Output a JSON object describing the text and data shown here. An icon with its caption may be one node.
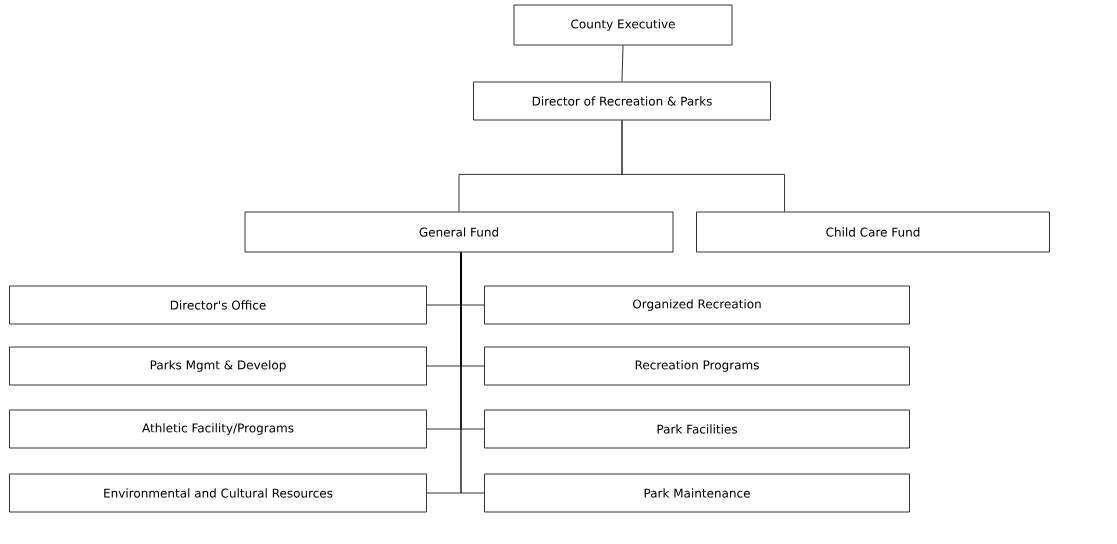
{
  "diagram": {
    "nodes": [
      {
        "text": [
          "County Executive"
        ]
      },
      {
        "text": [
          "Director of Recreation & Parks"
        ]
      },
      {
        "text": [
          "General Fund"
        ]
      },
      {
        "text": [
          "Child Care Fund"
        ]
      },
      {
        "text": [
          "Director's Office"
        ]
      },
      {
        "text": [
          "Organized Recreation"
        ]
      },
      {
        "text": [
          "Parks Mgmt & Develop"
        ]
      },
      {
        "text": [
          "Recreation Programs"
        ]
      },
      {
        "text": [
          "Athletic Facility/Programs"
        ]
      },
      {
        "text": [
          "Park Facilities"
        ]
      },
      {
        "text": [
          "Environmental and Cultural Resources"
        ]
      },
      {
        "text": [
          "Park Maintenance"
        ]
      }
    ],
    "edges": [
      {
        "from": 0,
        "to": 1,
        "arrow": "none"
      },
      {
        "from": 1,
        "to": 2,
        "arrow": "none"
      },
      {
        "from": 1,
        "to": 3,
        "arrow": "none"
      },
      {
        "from": 2,
        "to": 4,
        "arrow": "none"
      },
      {
        "from": 2,
        "to": 5,
        "arrow": "none"
      },
      {
        "from": 2,
        "to": 6,
        "arrow": "none"
      },
      {
        "from": 2,
        "to": 7,
        "arrow": "none"
      },
      {
        "from": 2,
        "to": 8,
        "arrow": "none"
      },
      {
        "from": 2,
        "to": 9,
        "arrow": "none"
      },
      {
        "from": 2,
        "to": 10,
        "arrow": "none"
      },
      {
        "from": 2,
        "to": 11,
        "arrow": "none"
      }
    ]
  }
}
